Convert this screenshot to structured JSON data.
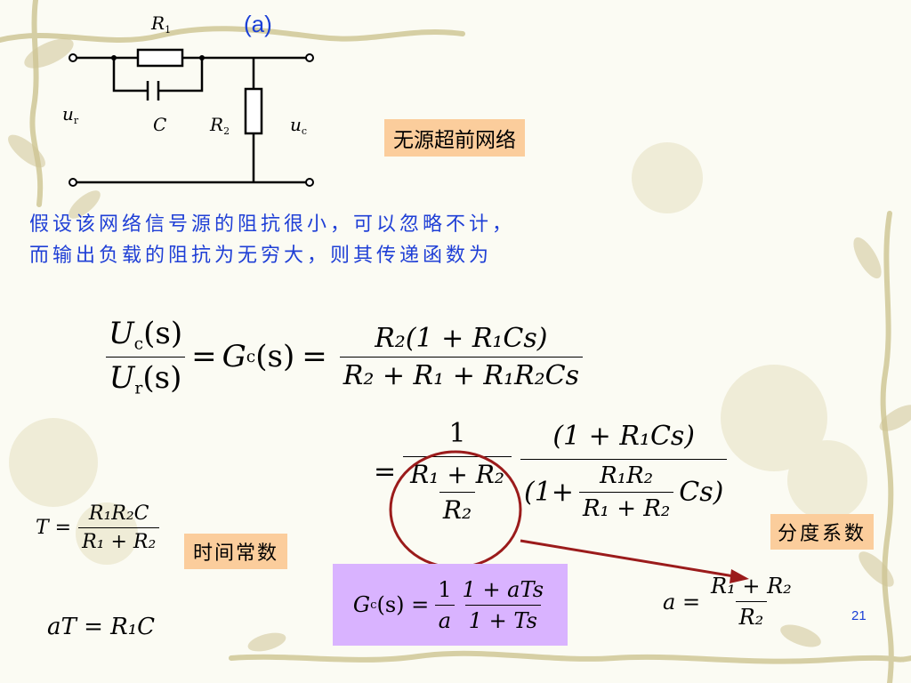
{
  "slide": {
    "panel_label": "(a)",
    "page_number": "21",
    "colors": {
      "accent_blue": "#1f3fd6",
      "peach_box": "#fbcd9c",
      "lavender_box": "#d9b3ff",
      "arrow_red": "#9b1b1b"
    }
  },
  "circuit": {
    "r1_main": "R",
    "r1_sub": "1",
    "c_label": "C",
    "r2_main": "R",
    "r2_sub": "2",
    "ur_main": "u",
    "ur_sub": "r",
    "uc_main": "u",
    "uc_sub": "c"
  },
  "labels": {
    "network_name": "无源超前网络",
    "time_constant": "时间常数",
    "division_factor": "分度系数"
  },
  "text": {
    "line1": "假设该网络信号源的阻抗很小，可以忽略不计，",
    "line2": "而输出负载的阻抗为无穷大，则其传递函数为"
  },
  "formulas": {
    "eq1": {
      "lhs_num": "U",
      "lhs_num_sub": "c",
      "lhs_num_arg": "(s)",
      "lhs_den": "U",
      "lhs_den_sub": "r",
      "lhs_den_arg": "(s)",
      "eq": "=",
      "g": "G",
      "g_sub": "c",
      "g_arg": "(s)",
      "eq2": "=",
      "rhs_num": "R₂(1 + R₁Cs)",
      "rhs_den": "R₂ + R₁ + R₁R₂Cs"
    },
    "eq2": {
      "eq": "=",
      "one": "1",
      "inner_num": "R₁ + R₂",
      "inner_den": "R₂",
      "num2": "(1 + R₁Cs)",
      "den2_left": "(1+",
      "den2_inner_num": "R₁R₂",
      "den2_inner_den": "R₁ + R₂",
      "den2_right": "Cs)"
    },
    "T": {
      "lhs": "T =",
      "num": "R₁R₂C",
      "den": "R₁ + R₂"
    },
    "aT": {
      "text": "aT = R₁C"
    },
    "Gc": {
      "lhs": "G",
      "lhs_sub": "c",
      "lhs_arg": "(s) =",
      "f1_num": "1",
      "f1_den": "a",
      "f2_num": "1 + aTs",
      "f2_den": "1 + Ts"
    },
    "a": {
      "lhs": "a =",
      "num": "R₁ + R₂",
      "den": "R₂"
    }
  }
}
